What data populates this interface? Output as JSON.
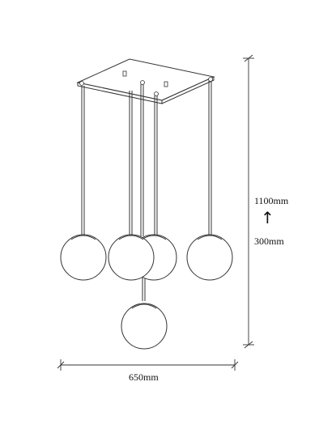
{
  "dimensions": {
    "height_max": "1100mm",
    "height_min": "300mm",
    "width": "650mm"
  },
  "arrow_icon": "arrow-up-icon",
  "colors": {
    "line": "#333333",
    "globe_fill": "#ffffff"
  }
}
